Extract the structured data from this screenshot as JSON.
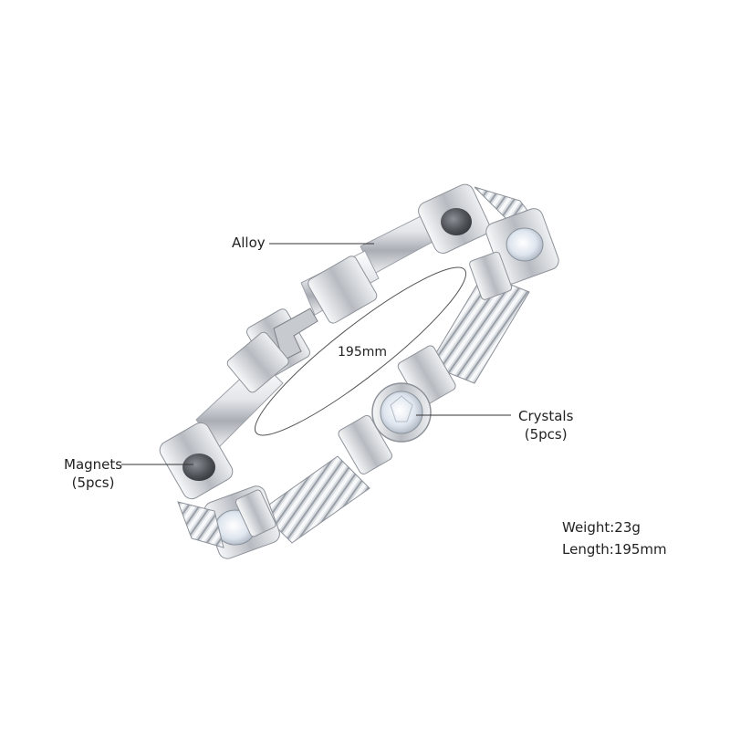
{
  "labels": {
    "alloy": "Alloy",
    "magnets": "Magnets",
    "magnets_count": "(5pcs)",
    "crystals": "Crystals",
    "crystals_count": "(5pcs)",
    "dimension": "195mm"
  },
  "specs": {
    "weight": "Weight:23g",
    "length": "Length:195mm"
  },
  "colors": {
    "metal_light": "#f4f5f7",
    "metal_mid": "#c9ccd1",
    "metal_dark": "#7d8188",
    "magnet": "#4a4d52",
    "crystal": "#e8eef6",
    "line": "#333333"
  }
}
